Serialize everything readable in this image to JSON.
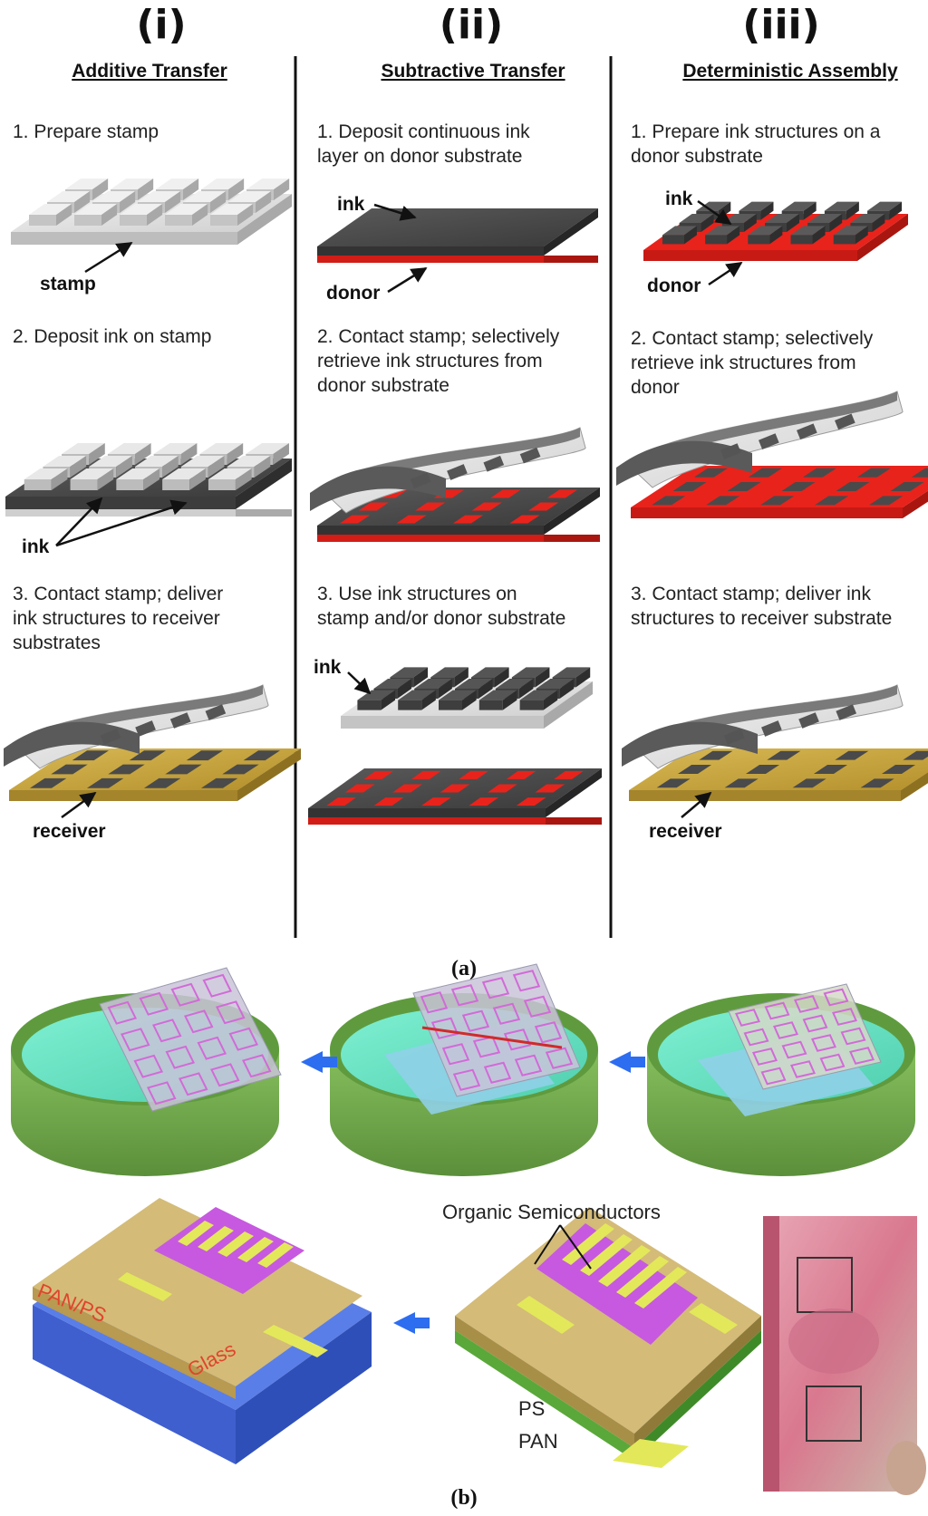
{
  "panel_a": {
    "caption": "(a)",
    "columns": [
      {
        "numeral": "(i)",
        "title": "Additive Transfer",
        "steps": [
          [
            "1.  Prepare stamp"
          ],
          [
            "2.  Deposit ink on stamp"
          ],
          [
            "3.  Contact stamp; deliver",
            "ink structures to receiver",
            "substrates"
          ]
        ],
        "labels": {
          "stamp": "stamp",
          "ink": "ink",
          "receiver": "receiver"
        }
      },
      {
        "numeral": "(ii)",
        "title": "Subtractive Transfer",
        "steps": [
          [
            "1.  Deposit continuous ink",
            "layer on donor substrate"
          ],
          [
            "2.  Contact stamp; selectively",
            "retrieve ink structures from",
            "donor substrate"
          ],
          [
            "3.  Use ink structures on",
            "stamp and/or donor substrate"
          ]
        ],
        "labels": {
          "ink": "ink",
          "donor": "donor",
          "ink2": "ink"
        }
      },
      {
        "numeral": "(iii)",
        "title": "Deterministic Assembly",
        "steps": [
          [
            "1.  Prepare ink structures on a",
            "donor substrate"
          ],
          [
            "2.  Contact stamp; selectively",
            "retrieve ink structures from",
            "donor"
          ],
          [
            "3.  Contact stamp; deliver ink",
            "structures to receiver substrate"
          ]
        ],
        "labels": {
          "ink": "ink",
          "donor": "donor",
          "receiver": "receiver"
        }
      }
    ]
  },
  "panel_b": {
    "caption": "(b)",
    "labels": {
      "organic": "Organic Semiconductors",
      "panps": "PAN/PS",
      "glass": "Glass",
      "ps": "PS",
      "pan": "PAN"
    }
  },
  "colors": {
    "stamp": "#d9d9d9",
    "ink": "#4a4a4a",
    "donor": "#e8231c",
    "receiver": "#c9a53c",
    "dish": "#6fa84a",
    "water": "#6de3c4",
    "arrow": "#2d6df0",
    "device_top": "#d4bb78",
    "device_purple": "#c659e0",
    "device_yellow": "#e3e85a",
    "glass": "#5a7ee8"
  }
}
